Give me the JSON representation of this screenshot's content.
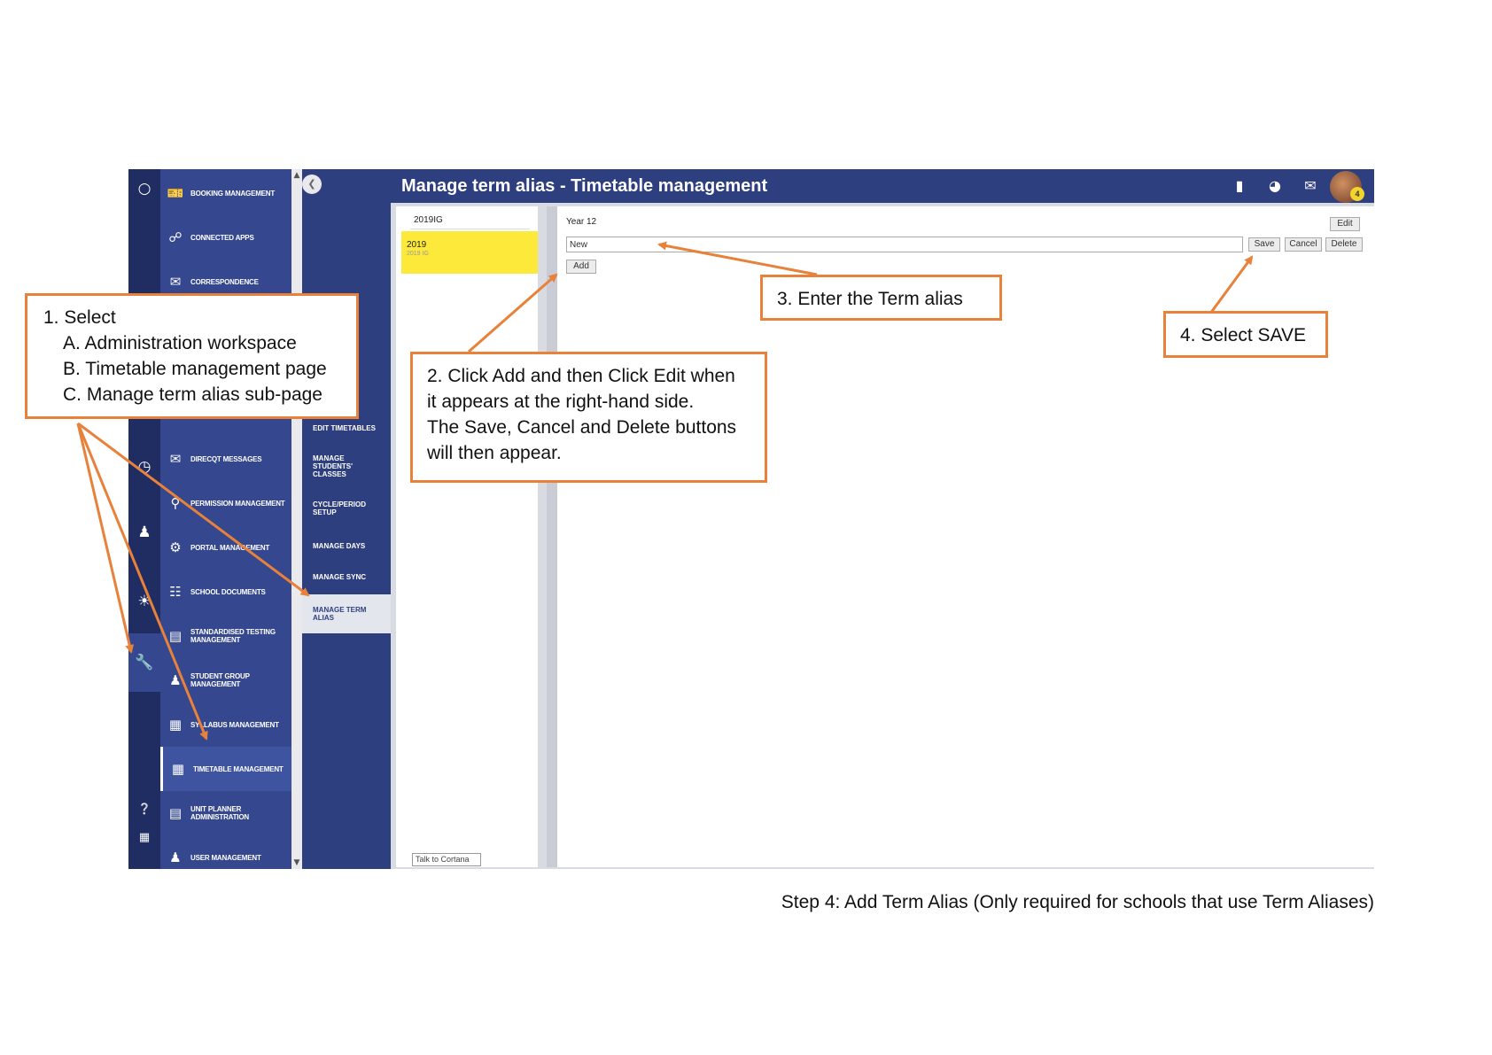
{
  "header": {
    "title": "Manage term alias - Timetable management",
    "notification_count": "4",
    "icons": [
      "book-icon",
      "globe-icon",
      "mail-icon"
    ]
  },
  "rail": {
    "icons": [
      "search-icon",
      "clock-icon",
      "person-icon",
      "sun-icon",
      "wrench-icon",
      "help-icon",
      "logout-icon"
    ]
  },
  "menu": {
    "items": [
      {
        "label": "BOOKING MANAGEMENT",
        "icon": "ticket-icon"
      },
      {
        "label": "CONNECTED APPS",
        "icon": "apps-link-icon"
      },
      {
        "label": "CORRESPONDENCE",
        "icon": "correspondence-icon"
      },
      {
        "label": "DIRECQT MESSAGES",
        "icon": "messages-icon"
      },
      {
        "label": "PERMISSION MANAGEMENT",
        "icon": "permission-icon"
      },
      {
        "label": "PORTAL MANAGEMENT",
        "icon": "portal-icon"
      },
      {
        "label": "SCHOOL DOCUMENTS",
        "icon": "documents-icon"
      },
      {
        "label": "STANDARDISED TESTING MANAGEMENT",
        "icon": "testing-icon"
      },
      {
        "label": "STUDENT GROUP MANAGEMENT",
        "icon": "group-icon"
      },
      {
        "label": "SYLLABUS MANAGEMENT",
        "icon": "syllabus-icon"
      },
      {
        "label": "TIMETABLE MANAGEMENT",
        "icon": "timetable-icon"
      },
      {
        "label": "UNIT PLANNER ADMINISTRATION",
        "icon": "unit-planner-icon"
      },
      {
        "label": "USER MANAGEMENT",
        "icon": "user-management-icon"
      }
    ]
  },
  "submenu": {
    "items": [
      {
        "label": "EDIT TIMETABLES"
      },
      {
        "label": "MANAGE STUDENTS' CLASSES"
      },
      {
        "label": "CYCLE/PERIOD SETUP"
      },
      {
        "label": "MANAGE DAYS"
      },
      {
        "label": "MANAGE SYNC"
      },
      {
        "label": "MANAGE TERM ALIAS"
      }
    ]
  },
  "terms": {
    "header": "2019IG",
    "selected_title": "2019",
    "selected_sub": "2019 IG"
  },
  "detail": {
    "year_label": "Year 12",
    "edit_label": "Edit",
    "alias_value": "New",
    "save_label": "Save",
    "cancel_label": "Cancel",
    "delete_label": "Delete",
    "add_label": "Add"
  },
  "taskbar": {
    "cortana_label": "Talk to Cortana"
  },
  "annotations": {
    "step1": {
      "title": "1. Select",
      "line_a": "A. Administration workspace",
      "line_b": "B. Timetable management page",
      "line_c": "C. Manage term alias sub-page"
    },
    "step2": {
      "line_1": "2. Click Add and then Click Edit when",
      "line_2": "it appears at the right-hand side.",
      "line_3": "The Save, Cancel and Delete buttons",
      "line_4": "will then appear."
    },
    "step3": "3. Enter the Term alias",
    "step4": "4. Select SAVE"
  },
  "caption": "Step 4: Add Term Alias (Only required for schools that use Term Aliases)",
  "colors": {
    "nav_dark": "#1f2d63",
    "nav": "#34478f",
    "header": "#2e3f7f",
    "selected_term": "#fce93a",
    "annotation": "#e8813a"
  }
}
